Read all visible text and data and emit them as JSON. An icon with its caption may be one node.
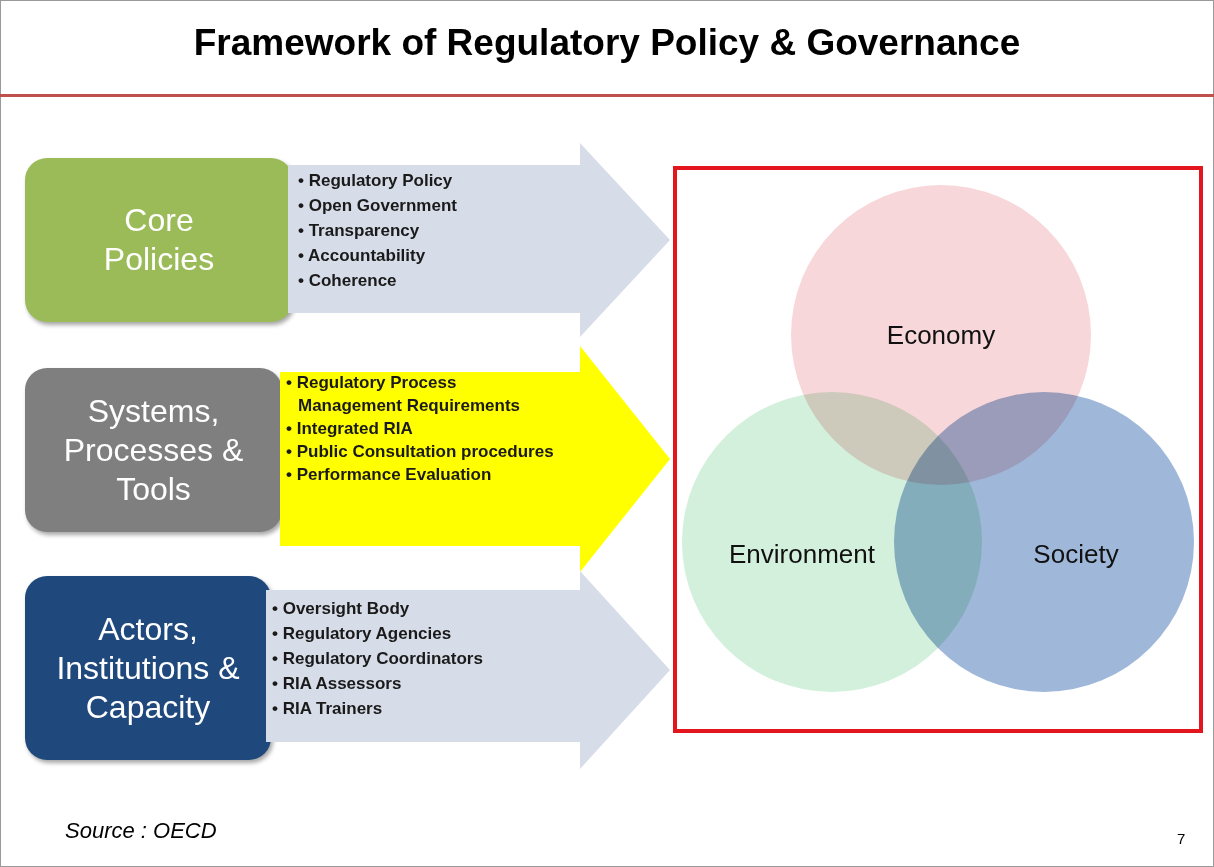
{
  "diagram": {
    "title": "Framework of Regulatory Policy & Governance",
    "nodes": [
      {
        "text": [
          "Core Policies"
        ]
      },
      {
        "text": [
          "• Regulatory Policy",
          "• Open Government",
          "• Transparency",
          "• Accountability",
          "• Coherence"
        ]
      },
      {
        "text": [
          "Systems, Processes & Tools"
        ]
      },
      {
        "text": [
          "• Regulatory Process Management Requirements",
          "• Integrated RIA",
          "• Public Consultation procedures",
          "• Performance Evaluation"
        ]
      },
      {
        "text": [
          "Actors, Institutions & Capacity"
        ]
      },
      {
        "text": [
          "• Oversight Body",
          "• Regulatory Agencies",
          "• Regulatory Coordinators",
          "• RIA Assessors",
          "• RIA Trainers"
        ]
      },
      {
        "text": [],
        "shape": "box"
      },
      {
        "text": [
          "Economy"
        ],
        "in": 6
      },
      {
        "text": [
          "Environment"
        ],
        "in": 6
      },
      {
        "text": [
          "Society"
        ],
        "in": 6
      }
    ],
    "labels": [
      "Source : OECD",
      "7"
    ]
  }
}
